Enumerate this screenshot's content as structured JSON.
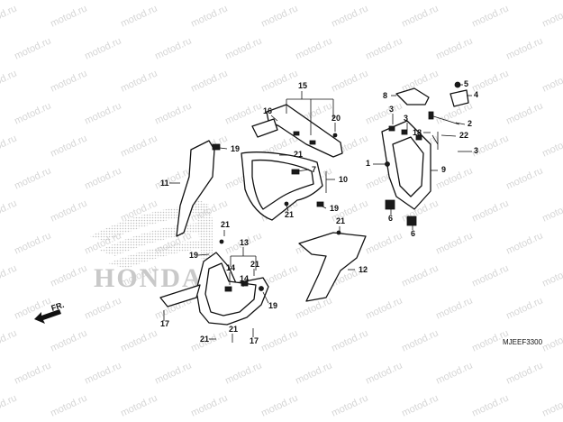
{
  "watermark": {
    "text": "motod.ru"
  },
  "logo": {
    "text": "HONDA"
  },
  "diagram_code": "MJEEF3300",
  "direction_label": "FR.",
  "part_numbers": [
    "1",
    "2",
    "3",
    "4",
    "5",
    "6",
    "7",
    "8",
    "9",
    "10",
    "11",
    "12",
    "13",
    "14",
    "15",
    "16",
    "17",
    "18",
    "19",
    "20",
    "21",
    "22"
  ]
}
